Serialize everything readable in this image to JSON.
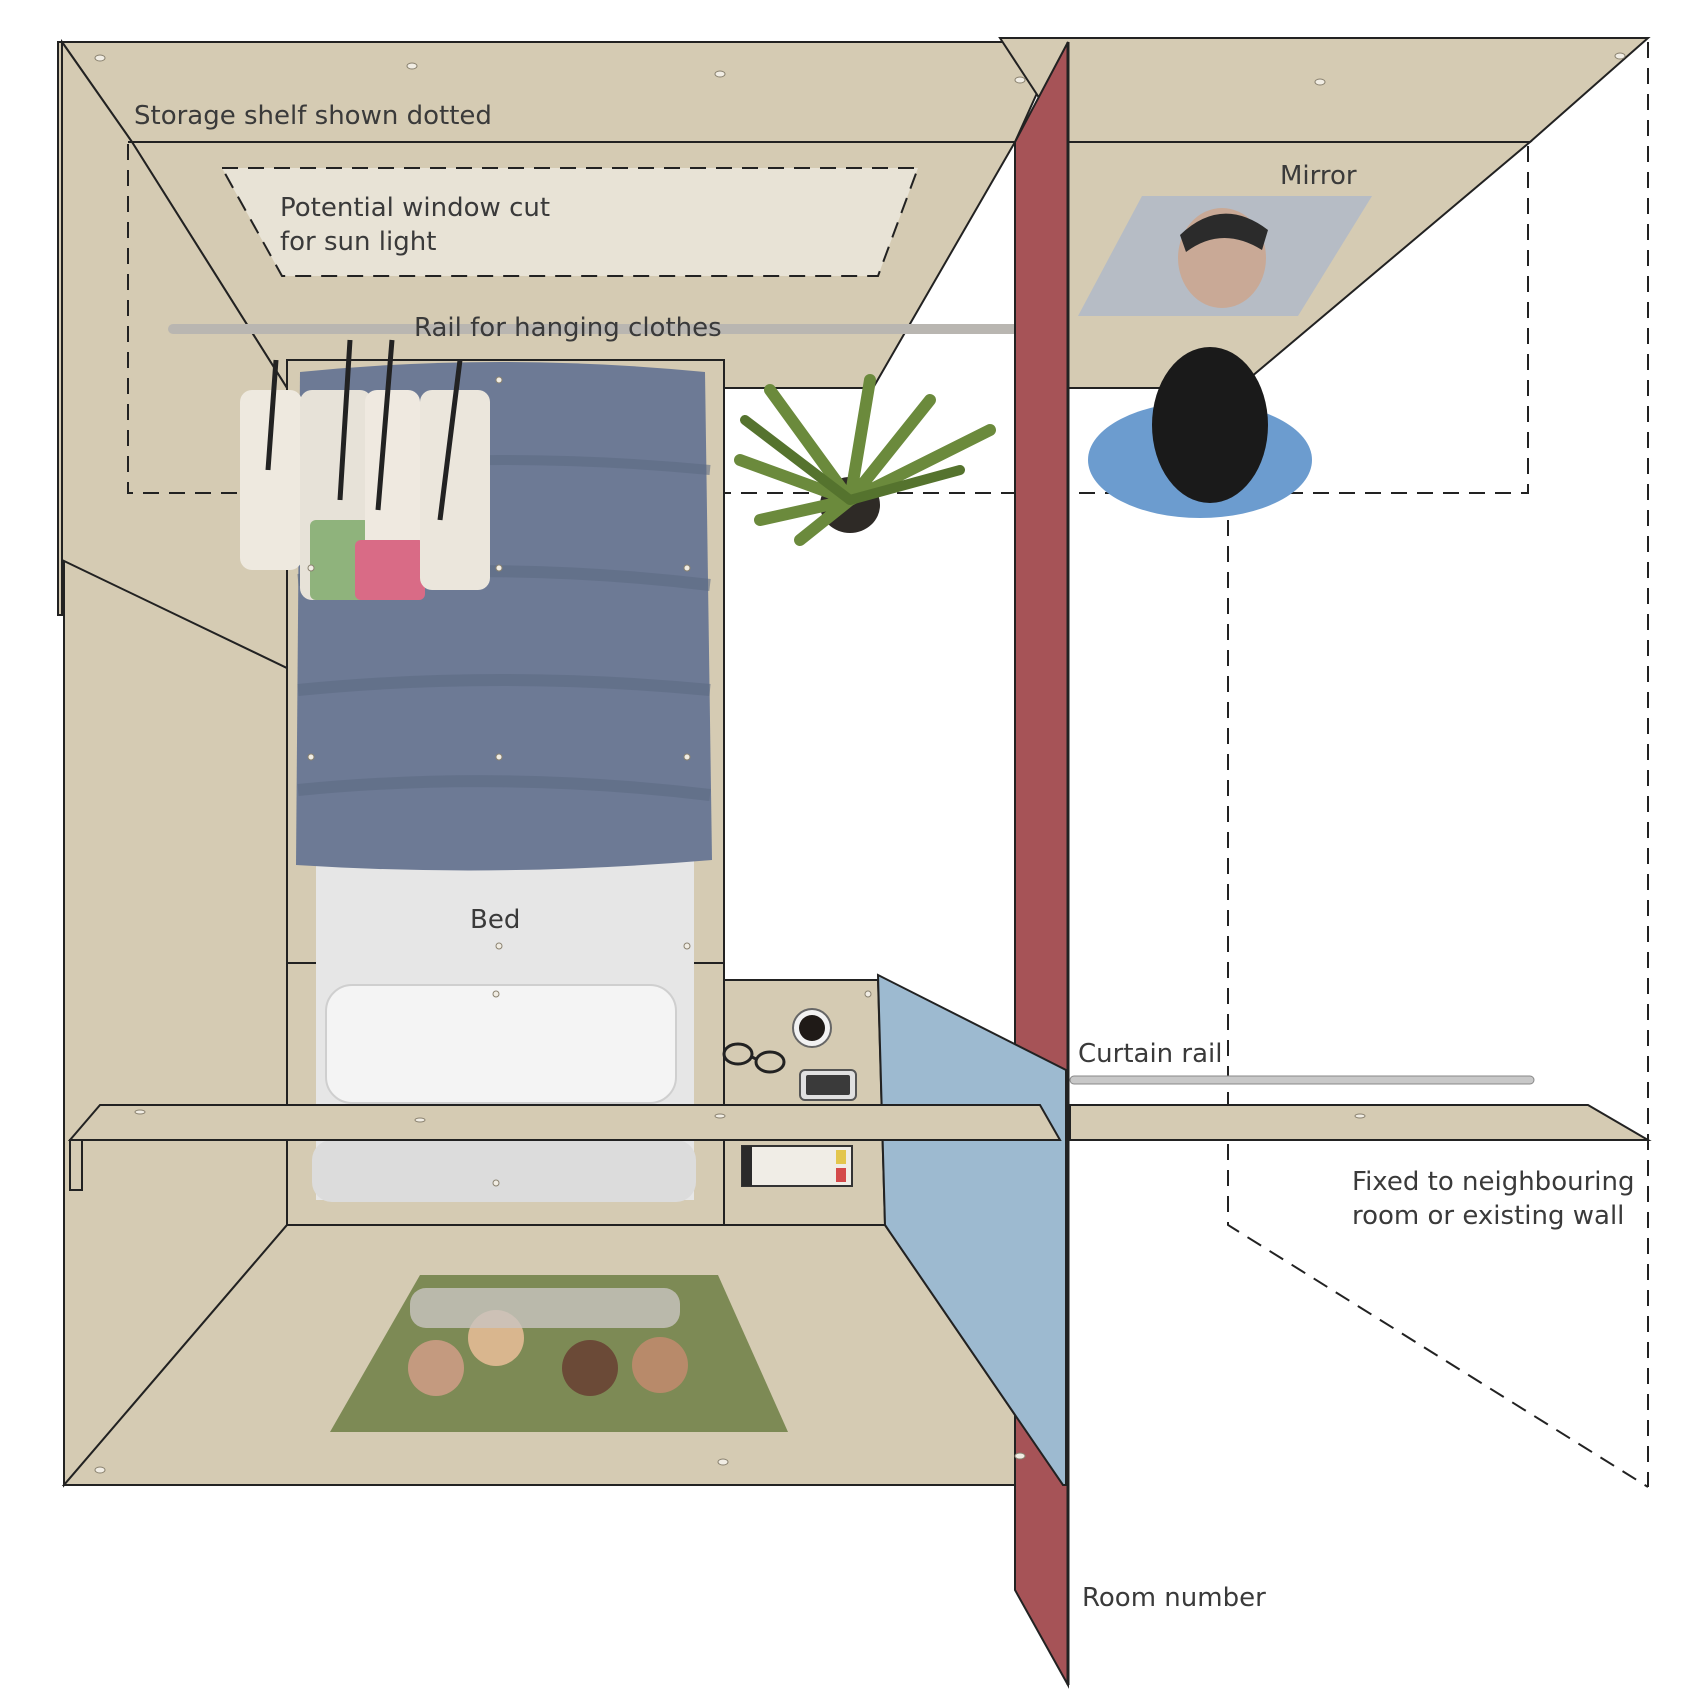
{
  "labels": {
    "storage_shelf": "Storage shelf shown dotted",
    "window_line1": "Potential window cut",
    "window_line2": "for sun light",
    "rail": "Rail for hanging clothes",
    "mirror": "Mirror",
    "bed": "Bed",
    "curtain_rail": "Curtain rail",
    "fixed_line1": "Fixed to neighbouring",
    "fixed_line2": "room or existing wall",
    "room_number": "Room number"
  },
  "colors": {
    "plywood": "#d5cbb3",
    "plywood_light": "#e8e3d6",
    "partition_red": "#a65357",
    "panel_blue": "#9dbad0",
    "duvet": "#6d7a95",
    "sheet": "#e6e6e6",
    "outline": "#222222",
    "label": "#3a3a3a"
  },
  "icons": [
    "plant-icon",
    "person-icon",
    "coffee-cup-icon",
    "glasses-icon",
    "phone-icon",
    "planner-icon",
    "clothes-hangers-icon",
    "family-photo-icon",
    "portrait-photo-icon",
    "pillow-icon"
  ]
}
